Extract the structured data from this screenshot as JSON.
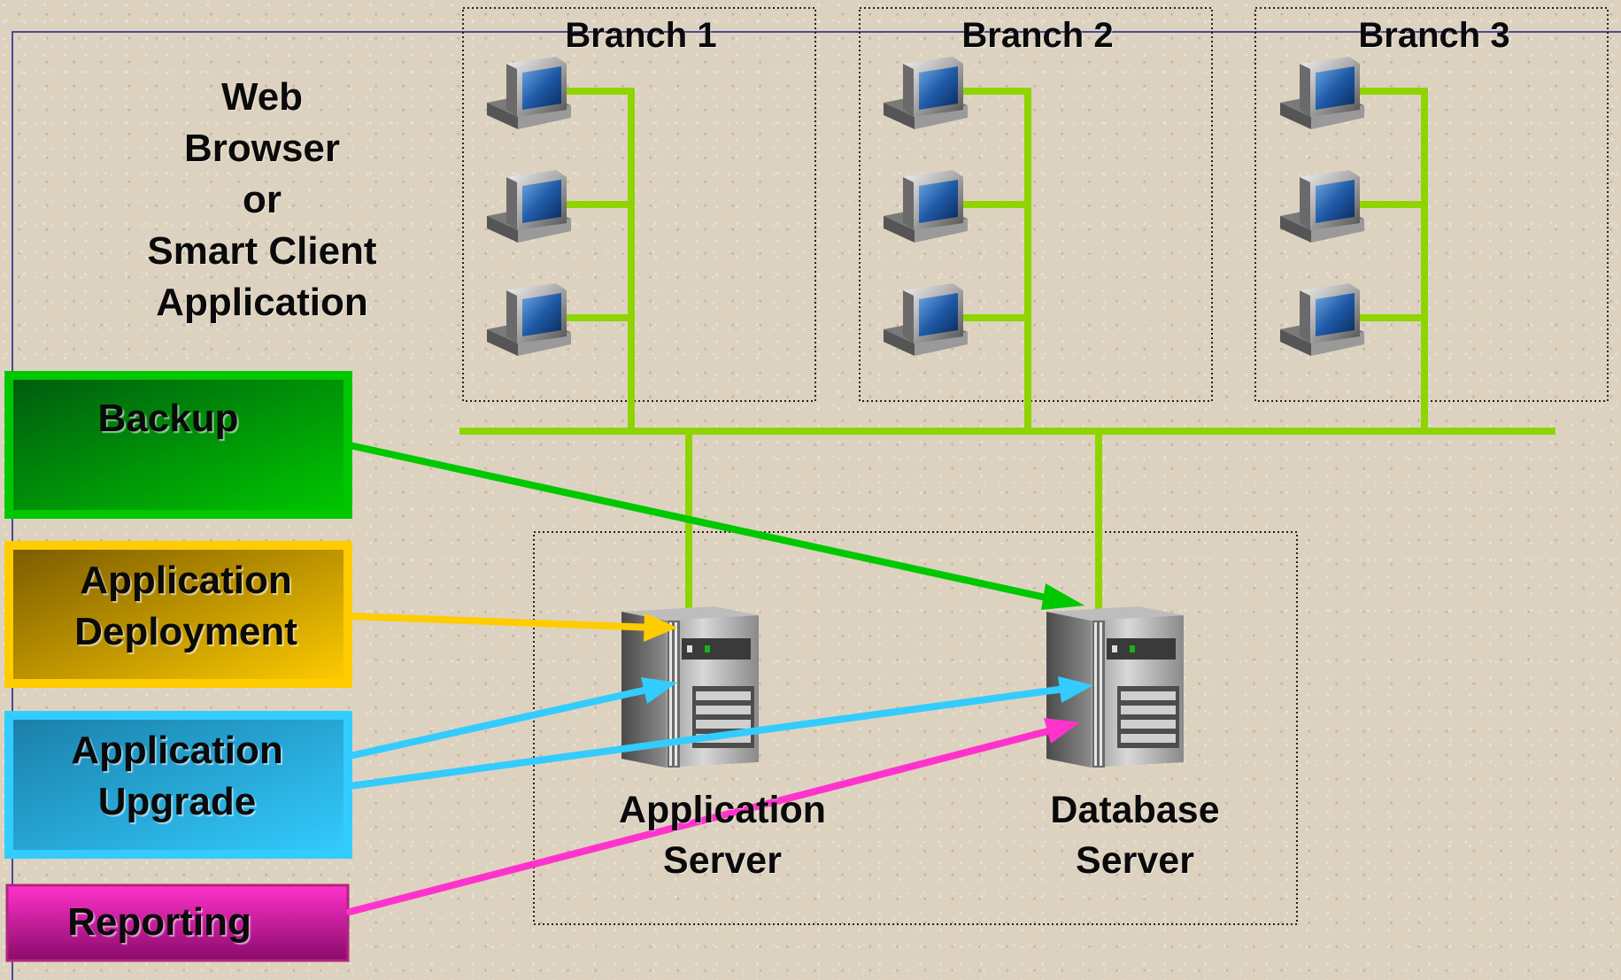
{
  "client_label": [
    "Web",
    "Browser",
    "or",
    "Smart Client",
    "Application"
  ],
  "branches": [
    {
      "title": "Branch 1"
    },
    {
      "title": "Branch 2"
    },
    {
      "title": "Branch 3"
    }
  ],
  "servers": {
    "app": [
      "Application",
      "Server"
    ],
    "db": [
      "Database",
      "Server"
    ]
  },
  "tasks": {
    "backup": {
      "lines": [
        "Backup"
      ],
      "color": "#00c800",
      "dark": "#005a10"
    },
    "deployment": {
      "lines": [
        "Application",
        "Deployment"
      ],
      "color": "#ffcc00",
      "dark": "#7a5a00"
    },
    "upgrade": {
      "lines": [
        "Application",
        "Upgrade"
      ],
      "color": "#33ccff",
      "dark": "#1a7ea8"
    },
    "reporting": {
      "lines": [
        "Reporting"
      ],
      "color": "#ff33cc",
      "dark": "#8a0a6a"
    }
  },
  "colors": {
    "network": "#8fd400",
    "frame": "#1a1a8a",
    "dotted": "#222222"
  },
  "icons": {
    "workstation": "desktop-computer-icon",
    "server": "tower-server-icon"
  }
}
